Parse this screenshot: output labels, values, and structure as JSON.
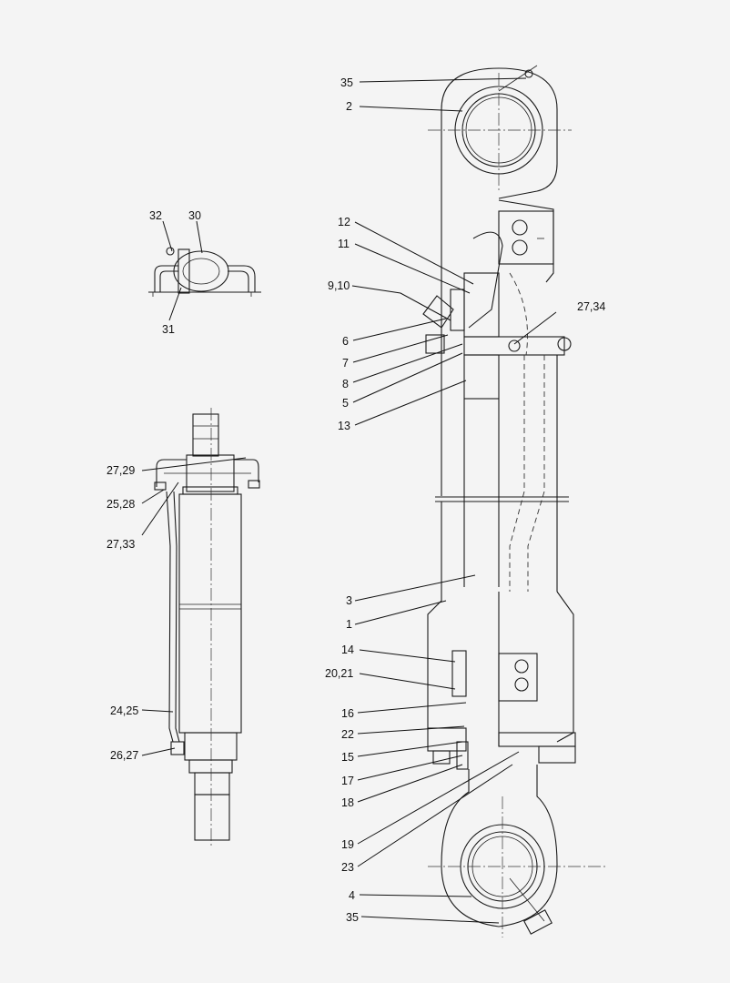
{
  "callouts": {
    "c35_top": "35",
    "c2": "2",
    "c12": "12",
    "c11": "11",
    "c9_10": "9,10",
    "c27_34": "27,34",
    "c6": "6",
    "c7": "7",
    "c8": "8",
    "c5": "5",
    "c13": "13",
    "c3": "3",
    "c1": "1",
    "c14": "14",
    "c20_21": "20,21",
    "c16": "16",
    "c22": "22",
    "c15": "15",
    "c17": "17",
    "c18": "18",
    "c19": "19",
    "c23": "23",
    "c4": "4",
    "c35_bottom": "35",
    "c32": "32",
    "c30": "30",
    "c31": "31",
    "c27_29": "27,29",
    "c25_28": "25,28",
    "c27_33": "27,33",
    "c24_25": "24,25",
    "c26_27": "26,27"
  }
}
